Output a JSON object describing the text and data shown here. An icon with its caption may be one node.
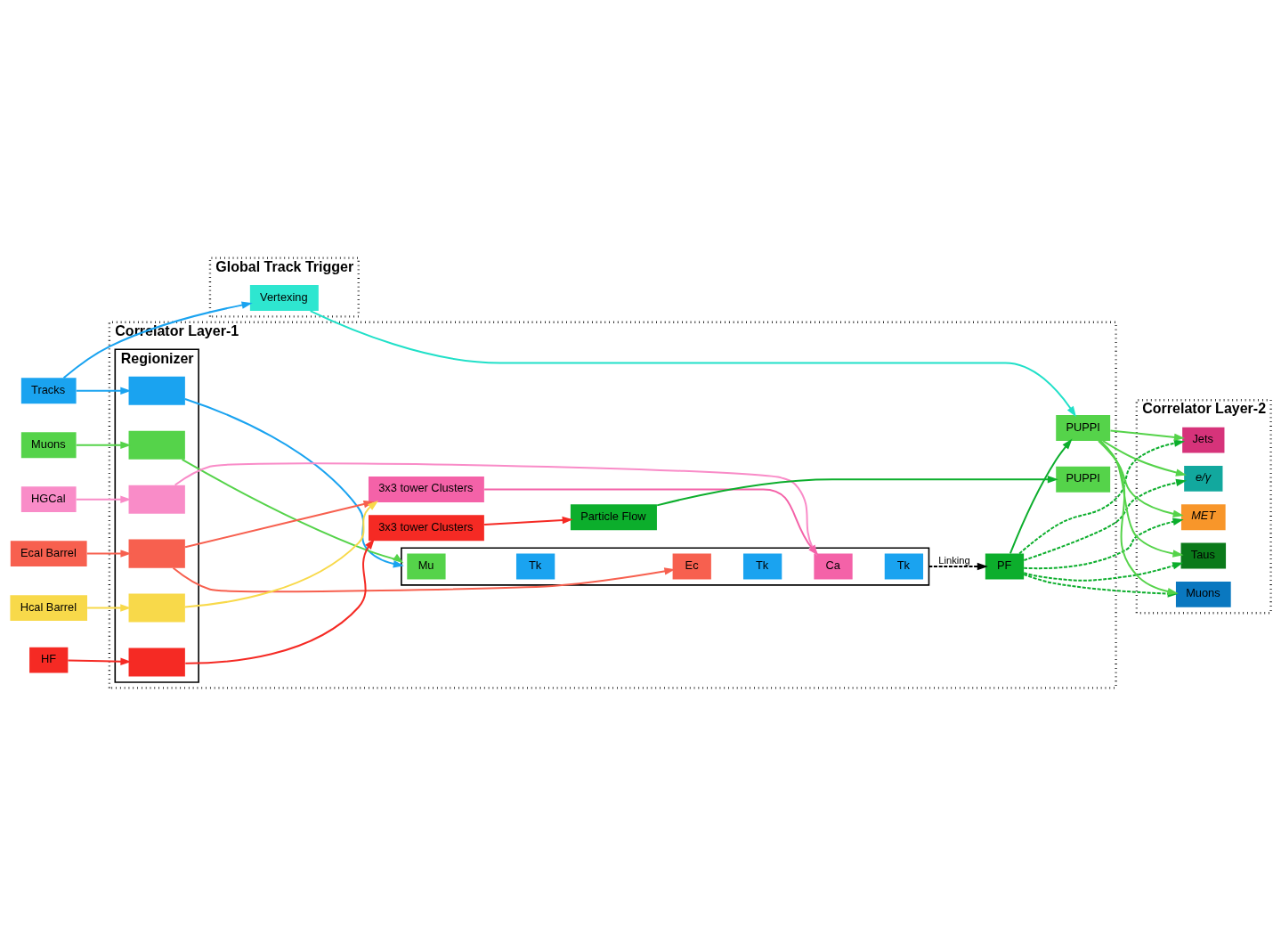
{
  "diagram": {
    "nodes": [
      {
        "text": [
          "Global Track Trigger"
        ]
      },
      {
        "text": [
          "Vertexing"
        ],
        "in": 0
      },
      {
        "text": [
          "Correlator Layer-1"
        ]
      },
      {
        "text": [
          "Regionizer"
        ],
        "in": 2
      },
      {
        "text": [],
        "shape": "box",
        "in": 3
      },
      {
        "text": [],
        "shape": "box",
        "in": 3
      },
      {
        "text": [],
        "shape": "box",
        "in": 3
      },
      {
        "text": [],
        "shape": "box",
        "in": 3
      },
      {
        "text": [],
        "shape": "box",
        "in": 3
      },
      {
        "text": [],
        "shape": "box",
        "in": 3
      },
      {
        "text": [],
        "shape": "box",
        "in": 2
      },
      {
        "text": [
          "Mu"
        ],
        "in": 10
      },
      {
        "text": [
          "Tk"
        ],
        "in": 10
      },
      {
        "text": [
          "Ec"
        ],
        "in": 10
      },
      {
        "text": [
          "Tk"
        ],
        "in": 10
      },
      {
        "text": [
          "Ca"
        ],
        "in": 10
      },
      {
        "text": [
          "Tk"
        ],
        "in": 10
      },
      {
        "text": [
          "PF"
        ],
        "in": 2
      },
      {
        "text": [
          "PUPPI"
        ],
        "in": 2
      },
      {
        "text": [
          "PUPPI"
        ],
        "in": 2
      },
      {
        "text": [
          "3x3 tower Clusters"
        ],
        "in": 2
      },
      {
        "text": [
          "3x3 tower Clusters"
        ],
        "in": 2
      },
      {
        "text": [
          "Particle Flow"
        ],
        "in": 2
      },
      {
        "text": [
          "Correlator Layer-2"
        ]
      },
      {
        "text": [
          "MET"
        ],
        "in": 23
      },
      {
        "text": [
          "Jets"
        ],
        "in": 23
      },
      {
        "text": [
          "Taus"
        ],
        "in": 23
      },
      {
        "text": [
          "e/γ"
        ],
        "in": 23
      },
      {
        "text": [
          "Muons"
        ],
        "in": 23
      },
      {
        "text": [
          "Tracks"
        ]
      },
      {
        "text": [
          "Muons"
        ]
      },
      {
        "text": [
          "HGCal"
        ]
      },
      {
        "text": [
          "Ecal Barrel"
        ]
      },
      {
        "text": [
          "Hcal Barrel"
        ]
      },
      {
        "text": [
          "HF"
        ]
      }
    ],
    "edges": [
      {
        "from": 29,
        "to": 1,
        "arrow": "to",
        "color": "#1aa3f0"
      },
      {
        "from": 29,
        "to": 4,
        "arrow": "to",
        "color": "#1aa3f0"
      },
      {
        "from": 30,
        "to": 5,
        "arrow": "to",
        "color": "#55d34a"
      },
      {
        "from": 31,
        "to": 6,
        "arrow": "to",
        "color": "#f98cc8"
      },
      {
        "from": 32,
        "to": 7,
        "arrow": "to",
        "color": "#f7604f"
      },
      {
        "from": 33,
        "to": 8,
        "arrow": "to",
        "color": "#f8d94a"
      },
      {
        "from": 34,
        "to": 9,
        "arrow": "to",
        "color": "#f52a24"
      },
      {
        "from": 4,
        "to": 10,
        "arrow": "to",
        "color": "#1aa3f0"
      },
      {
        "from": 5,
        "to": 10,
        "arrow": "to",
        "color": "#55d34a"
      },
      {
        "from": 6,
        "to": 15,
        "arrow": "to",
        "color": "#f98cc8"
      },
      {
        "from": 7,
        "to": 13,
        "arrow": "to",
        "color": "#f7604f"
      },
      {
        "from": 7,
        "to": 20,
        "arrow": "to",
        "color": "#f7604f"
      },
      {
        "from": 8,
        "to": 20,
        "arrow": "to",
        "color": "#f8d94a"
      },
      {
        "from": 20,
        "to": 15,
        "arrow": "to",
        "color": "#f462a8"
      },
      {
        "from": 9,
        "to": 21,
        "arrow": "to",
        "color": "#f52a24"
      },
      {
        "from": 21,
        "to": 22,
        "arrow": "to",
        "color": "#f52a24"
      },
      {
        "from": 22,
        "to": 19,
        "arrow": "to",
        "color": "#0cae2c"
      },
      {
        "from": 1,
        "to": 18,
        "arrow": "to",
        "color": "#20e0c8"
      },
      {
        "from": 10,
        "to": 17,
        "arrow": "to",
        "label": "Linking",
        "style": "dashed",
        "color": "#000000"
      },
      {
        "from": 17,
        "to": 18,
        "arrow": "to",
        "color": "#0cae2c"
      },
      {
        "from": 17,
        "to": 24,
        "arrow": "to",
        "style": "dashed",
        "color": "#0cae2c"
      },
      {
        "from": 17,
        "to": 25,
        "arrow": "to",
        "style": "dashed",
        "color": "#0cae2c"
      },
      {
        "from": 17,
        "to": 26,
        "arrow": "to",
        "style": "dashed",
        "color": "#0cae2c"
      },
      {
        "from": 17,
        "to": 27,
        "arrow": "to",
        "style": "dashed",
        "color": "#0cae2c"
      },
      {
        "from": 17,
        "to": 28,
        "arrow": "to",
        "style": "dashed",
        "color": "#0cae2c"
      },
      {
        "from": 18,
        "to": 24,
        "arrow": "to",
        "color": "#55d34a"
      },
      {
        "from": 18,
        "to": 25,
        "arrow": "to",
        "color": "#55d34a"
      },
      {
        "from": 18,
        "to": 26,
        "arrow": "to",
        "color": "#55d34a"
      },
      {
        "from": 18,
        "to": 27,
        "arrow": "to",
        "color": "#55d34a"
      },
      {
        "from": 18,
        "to": 28,
        "arrow": "to",
        "color": "#55d34a"
      }
    ]
  }
}
